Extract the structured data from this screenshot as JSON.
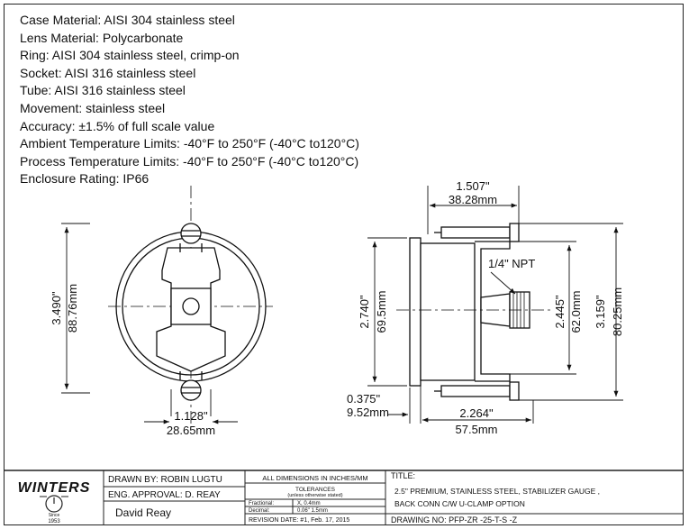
{
  "specs": [
    "Case Material: AISI 304 stainless steel",
    "Lens Material: Polycarbonate",
    "Ring: AISI 304 stainless steel, crimp-on",
    "Socket: AISI 316 stainless steel",
    "Tube:   AISI 316 stainless steel",
    "Movement: stainless steel",
    "Accuracy: ±1.5% of full scale value",
    "Ambient Temperature Limits: -40°F to 250°F (-40°C to120°C)",
    "Process Temperature Limits: -40°F to 250°F (-40°C to120°C)",
    "Enclosure Rating: IP66"
  ],
  "front_view": {
    "height_in": "3.490\"",
    "height_mm": "88.76mm",
    "width_in": "1.128\"",
    "width_mm": "28.65mm"
  },
  "side_view": {
    "depth_in": "1.507\"",
    "depth_mm": "38.28mm",
    "thread": "1/4\" NPT",
    "case_h_in": "2.740\"",
    "case_h_mm": "69.5mm",
    "clamp_h_in": "2.445\"",
    "clamp_h_mm": "62.0mm",
    "overall_h_in": "3.159\"",
    "overall_h_mm": "80.25mm",
    "bezel_in": "0.375\"",
    "bezel_mm": "9.52mm",
    "body_in": "2.264\"",
    "body_mm": "57.5mm"
  },
  "title_block": {
    "logo_text": "WINTERS",
    "logo_since": "Since",
    "logo_year": "1953",
    "drawn_by": "DRAWN BY: ROBIN LUGTU",
    "eng_approval": "ENG. APPROVAL: D. REAY",
    "signature": "David Reay",
    "dims_note": "ALL DIMENSIONS IN INCHES/MM",
    "tolerances": "TOLERANCES",
    "tolerances_sub": "(unless otherwise stated)",
    "fractional": "Fractional:",
    "fractional_val": "X,  0.4mm",
    "decimal": "Decimal:",
    "decimal_val": "0.06\" 1.5mm",
    "revision": "REVISION DATE: #1, Feb. 17, 2015",
    "title_label": "TITLE:",
    "title_line1": "2.5\" PREMIUM, STAINLESS STEEL,  STABILIZER GAUGE ,",
    "title_line2": "BACK CONN C/W U-CLAMP  OPTION",
    "drawing_no": "DRAWING NO:  PFP-ZR  -25-T-S -Z"
  }
}
